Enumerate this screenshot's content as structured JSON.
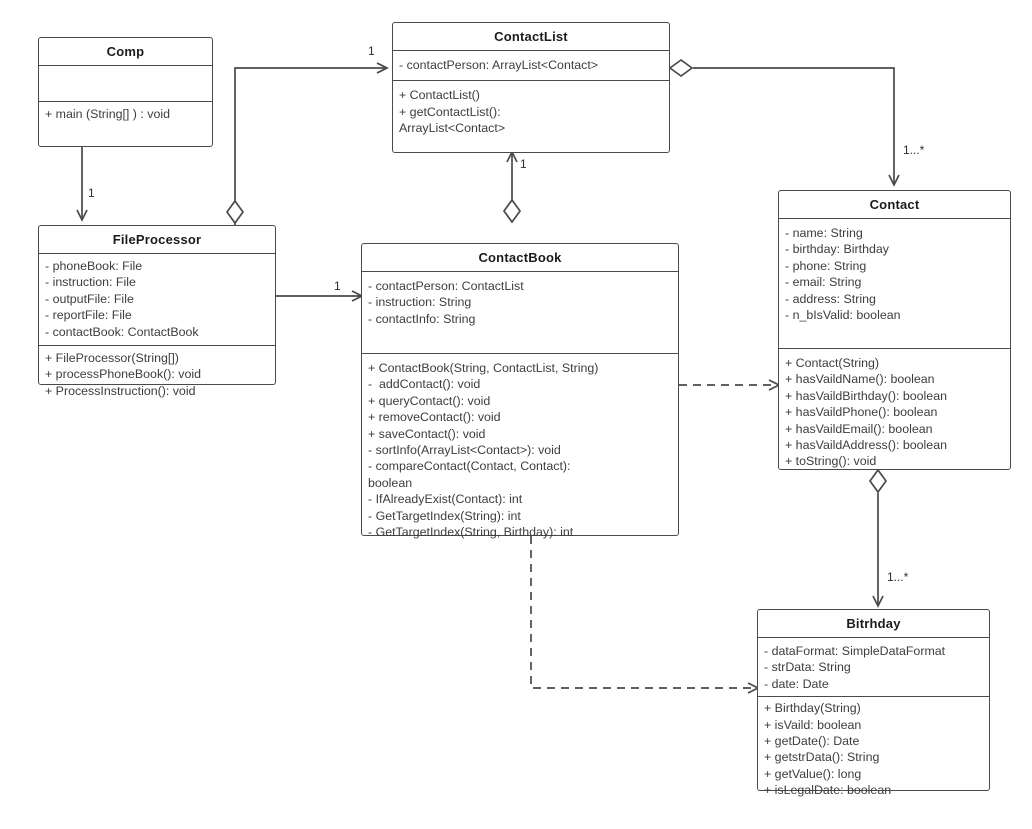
{
  "diagram": {
    "type": "uml-class-diagram",
    "background": "#ffffff",
    "line_color": "#4a4a4a",
    "text_color": "#3d3d3d"
  },
  "classes": {
    "comp": {
      "name": "Comp",
      "attributes": [],
      "methods": [
        "+ main (String[] ) : void"
      ]
    },
    "file_processor": {
      "name": "FileProcessor",
      "attributes": [
        "- phoneBook: File",
        "- instruction: File",
        "- outputFile: File",
        "- reportFile: File",
        "- contactBook: ContactBook"
      ],
      "methods": [
        "+ FileProcessor(String[])",
        "+ processPhoneBook(): void",
        "+ ProcessInstruction(): void"
      ]
    },
    "contact_list": {
      "name": "ContactList",
      "attributes": [
        "- contactPerson: ArrayList<Contact>"
      ],
      "methods": [
        "+ ContactList()",
        "+ getContactList():",
        "ArrayList<Contact>"
      ]
    },
    "contact_book": {
      "name": "ContactBook",
      "attributes": [
        "- contactPerson: ContactList",
        "- instruction: String",
        "- contactInfo: String"
      ],
      "methods": [
        "+ ContactBook(String, ContactList, String)",
        "-  addContact(): void",
        "+ queryContact(): void",
        "+ removeContact(): void",
        "+ saveContact(): void",
        "- sortInfo(ArrayList<Contact>): void",
        "- compareContact(Contact, Contact):",
        "boolean",
        "- IfAlreadyExist(Contact): int",
        "- GetTargetIndex(String): int",
        "- GetTargetIndex(String, Birthday): int"
      ]
    },
    "contact": {
      "name": "Contact",
      "attributes": [
        "- name: String",
        "- birthday: Birthday",
        "- phone: String",
        "- email: String",
        "- address: String",
        "- n_bIsValid: boolean"
      ],
      "methods": [
        "+ Contact(String)",
        "+ hasVaildName(): boolean",
        "+ hasVaildBirthday(): boolean",
        "+ hasVaildPhone(): boolean",
        "+ hasVaildEmail(): boolean",
        "+ hasVaildAddress(): boolean",
        "+ toString(): void"
      ]
    },
    "birthday": {
      "name": "Bitrhday",
      "attributes": [
        "- dataFormat: SimpleDataFormat",
        "- strData: String",
        "- date: Date"
      ],
      "methods": [
        "+ Birthday(String)",
        "+ isVaild: boolean",
        "+ getDate(): Date",
        "+ getstrData(): String",
        "+ getValue(): long",
        "+ isLegalDate: boolean"
      ]
    }
  },
  "relationships": [
    {
      "id": "comp-to-fileprocessor",
      "from": "Comp",
      "to": "FileProcessor",
      "kind": "association",
      "multiplicity": "1"
    },
    {
      "id": "fileprocessor-to-contactlist",
      "from": "FileProcessor",
      "to": "ContactList",
      "kind": "aggregation",
      "multiplicity": "1"
    },
    {
      "id": "fileprocessor-to-contactbook",
      "from": "FileProcessor",
      "to": "ContactBook",
      "kind": "association",
      "multiplicity": "1"
    },
    {
      "id": "contactbook-to-contactlist",
      "from": "ContactBook",
      "to": "ContactList",
      "kind": "aggregation",
      "multiplicity": "1"
    },
    {
      "id": "contactlist-to-contact",
      "from": "ContactList",
      "to": "Contact",
      "kind": "aggregation",
      "multiplicity": "1...*"
    },
    {
      "id": "contactbook-to-contact",
      "from": "ContactBook",
      "to": "Contact",
      "kind": "dependency",
      "multiplicity": ""
    },
    {
      "id": "contactbook-to-birthday",
      "from": "ContactBook",
      "to": "Bitrhday",
      "kind": "dependency",
      "multiplicity": ""
    },
    {
      "id": "contact-to-birthday",
      "from": "Contact",
      "to": "Bitrhday",
      "kind": "aggregation",
      "multiplicity": "1...*"
    }
  ],
  "multiplicity_labels": {
    "comp_fileprocessor": "1",
    "fileprocessor_contactlist": "1",
    "fileprocessor_contactbook": "1",
    "contactbook_contactlist": "1",
    "contactlist_contact": "1...*",
    "contact_birthday": "1...*"
  }
}
